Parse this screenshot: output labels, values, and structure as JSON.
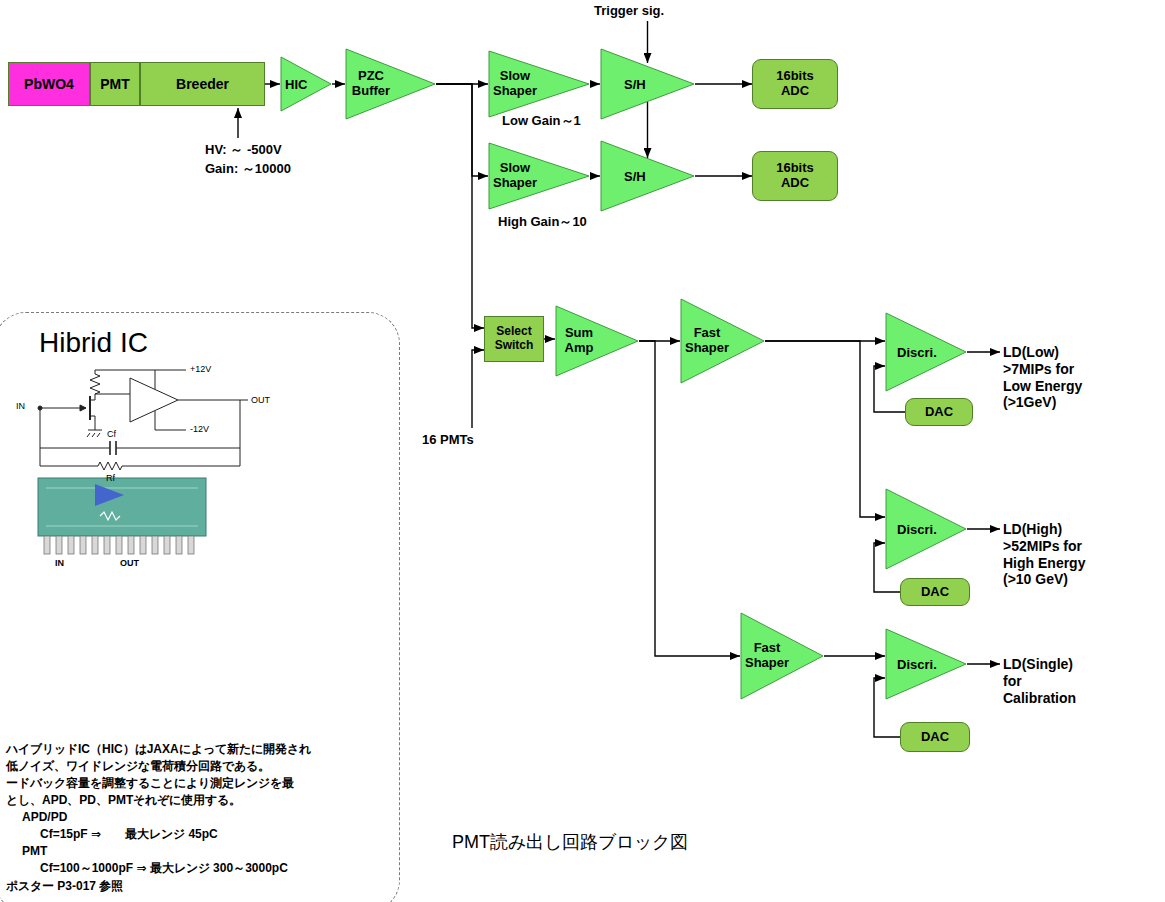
{
  "diagram": {
    "caption": "PMT読み出し回路ブロック図",
    "nodes": [
      {
        "text": [
          "PbWO4"
        ]
      },
      {
        "text": [
          "PMT"
        ]
      },
      {
        "text": [
          "Breeder"
        ]
      },
      {
        "text": [
          "HIC"
        ]
      },
      {
        "text": [
          "PZC Buffer"
        ]
      },
      {
        "text": [
          "Slow Shaper"
        ]
      },
      {
        "text": [
          "S/H"
        ]
      },
      {
        "text": [
          "16bits ADC"
        ]
      },
      {
        "text": [
          "Slow Shaper"
        ]
      },
      {
        "text": [
          "S/H"
        ]
      },
      {
        "text": [
          "16bits ADC"
        ]
      },
      {
        "text": [
          "Select Switch"
        ]
      },
      {
        "text": [
          "Sum Amp"
        ]
      },
      {
        "text": [
          "Fast Shaper"
        ]
      },
      {
        "text": [
          "Discri."
        ]
      },
      {
        "text": [
          "DAC"
        ]
      },
      {
        "text": [
          "Discri."
        ]
      },
      {
        "text": [
          "DAC"
        ]
      },
      {
        "text": [
          "Fast Shaper"
        ]
      },
      {
        "text": [
          "Discri."
        ]
      },
      {
        "text": [
          "DAC"
        ]
      },
      {
        "text": [
          "Hibrid IC"
        ]
      }
    ],
    "edges": [
      {
        "from": 2,
        "to": 3,
        "arrow": "to"
      },
      {
        "from": 3,
        "to": 4,
        "arrow": "to"
      },
      {
        "from": 4,
        "to": 5,
        "arrow": "to"
      },
      {
        "from": 4,
        "to": 8,
        "arrow": "to"
      },
      {
        "from": 4,
        "to": 11,
        "arrow": "to"
      },
      {
        "from": 5,
        "to": 6,
        "arrow": "to"
      },
      {
        "from": 6,
        "to": 7,
        "arrow": "to"
      },
      {
        "from": 6,
        "to": 9,
        "arrow": "to"
      },
      {
        "from": 8,
        "to": 9,
        "arrow": "to"
      },
      {
        "from": 9,
        "to": 10,
        "arrow": "to"
      },
      {
        "from": 11,
        "to": 12,
        "arrow": "to"
      },
      {
        "from": 12,
        "to": 13,
        "arrow": "to"
      },
      {
        "from": 12,
        "to": 18,
        "arrow": "to"
      },
      {
        "from": 13,
        "to": 14,
        "arrow": "to"
      },
      {
        "from": 13,
        "to": 16,
        "arrow": "to"
      },
      {
        "from": 15,
        "to": 14,
        "arrow": "to"
      },
      {
        "from": 17,
        "to": 16,
        "arrow": "to"
      },
      {
        "from": 18,
        "to": 19,
        "arrow": "to"
      },
      {
        "from": 20,
        "to": 19,
        "arrow": "to"
      }
    ],
    "labels": [
      "Trigger sig.",
      "HV: ～ -500V",
      "Gain: ～10000",
      "Low Gain～1",
      "High Gain～10",
      "16 PMTs",
      "LD(Low) >7MIPs for Low Energy (>1GeV)",
      "LD(High) >52MIPs for High Energy (>10 GeV)",
      "LD(Single) for Calibration",
      "+12V",
      "-12V",
      "OUT",
      "IN",
      "Cf",
      "Rf",
      "IN",
      "OUT",
      "ハイブリッドIC（HIC）はJAXAによって新たに開発され",
      "低ノイズ、ワイドレンジな電荷積分回路である。",
      "ードバック容量を調整することにより測定レンジを最",
      "とし、APD、PD、PMTそれぞに使用する。",
      "APD/PD",
      "Cf=15pF ⇒　　最大レンジ 45pC",
      "PMT",
      "Cf=100～1000pF ⇒ 最大レンジ 300～3000pC",
      "ポスター P3-017 参照"
    ]
  }
}
